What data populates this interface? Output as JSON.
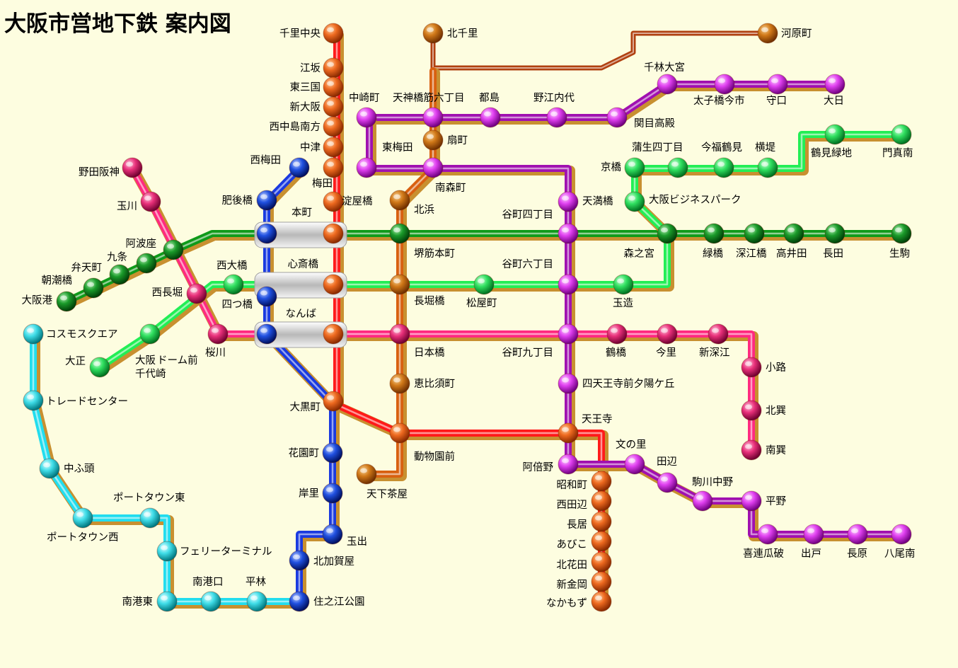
{
  "title": "大阪市営地下鉄 案内図",
  "colors": {
    "background": "#fdfde0",
    "midosuji": "#ff1a1a",
    "tanimachi": "#a010b0",
    "yotsubashi": "#1a3ae0",
    "chuo": "#0f9a1a",
    "sennichimae": "#ff2a80",
    "sakaisuji": "#d86010",
    "nagahori_tsurumi_ryokuchi": "#22ee55",
    "newtram": "#22ddee",
    "midosuji_station": "#e8641e",
    "sakaisuji_station": "#d87a1a",
    "tanimachi_station": "#e040f0",
    "sennichimae_station": "#e8307a",
    "nagahori_station": "#30e060",
    "newtram_station": "#40dde8"
  },
  "stations": {
    "senri_chuo": "千里中央",
    "esaka": "江坂",
    "higashi_mikuni": "東三国",
    "shin_osaka": "新大阪",
    "nishinakajima_minamigata": "西中島南方",
    "nakatsu": "中津",
    "umeda": "梅田",
    "yodoyabashi": "淀屋橋",
    "hommachi": "本町",
    "shinsaibashi": "心斎橋",
    "namba": "なんば",
    "daikokucho": "大黒町",
    "dobutsuen_mae": "動物園前",
    "tennoji": "天王寺",
    "showacho": "昭和町",
    "nishitanabe": "西田辺",
    "nagai": "長居",
    "abiko": "あびこ",
    "kitahanada": "北花田",
    "shinkanaoka": "新金岡",
    "nakamozu": "なかもず",
    "kitasenri": "北千里",
    "kawaramachi": "河原町",
    "senbayashi_omiya": "千林大宮",
    "taishibashi_imaichi": "太子橋今市",
    "moriguchi": "守口",
    "dainichi": "大日",
    "sekime_takadono": "関目高殿",
    "noe_uchindai": "野江内代",
    "miyakojima": "都島",
    "tenjimbashisuji_6": "天神橋筋六丁目",
    "nakazakicho": "中崎町",
    "higashi_umeda": "東梅田",
    "minami_morimachi": "南森町",
    "ogimachi": "扇町",
    "temmabashi": "天満橋",
    "tanimachi_4": "谷町四丁目",
    "tanimachi_6": "谷町六丁目",
    "tanimachi_9": "谷町九丁目",
    "shitennoji_mae": "四天王寺前夕陽ケ丘",
    "abeno": "阿倍野",
    "fuminosato": "文の里",
    "tanabe": "田辺",
    "komagawa_nakano": "駒川中野",
    "hirano": "平野",
    "kire_uriwari": "喜連瓜破",
    "debado": "出戸",
    "nagahara": "長原",
    "yao_minami": "八尾南",
    "kitahama": "北浜",
    "sakaisuji_hommachi": "堺筋本町",
    "nagahoribashi": "長堀橋",
    "nippombashi": "日本橋",
    "ebisucho": "恵比須町",
    "tengachaya": "天下茶屋",
    "nishi_umeda": "西梅田",
    "higobashi": "肥後橋",
    "yotsubashi": "四つ橋",
    "hanazonocho": "花園町",
    "kishinosato": "岸里",
    "tamade": "玉出",
    "kitakagaya": "北加賀屋",
    "suminoe_koen": "住之江公園",
    "osakako": "大阪港",
    "asashiobashi": "朝潮橋",
    "bentencho": "弁天町",
    "kujo": "九条",
    "awaza": "阿波座",
    "morinomiya": "森之宮",
    "midoribashi": "緑橋",
    "fukaebashi": "深江橋",
    "takaida": "高井田",
    "nagata": "長田",
    "ikoma": "生駒",
    "noda_hanshin": "野田阪神",
    "tamagawa": "玉川",
    "nishi_nagahori": "西長堀",
    "sakuragawa": "桜川",
    "tsuruhashi": "鶴橋",
    "imazato": "今里",
    "shin_fukae": "新深江",
    "shoji": "小路",
    "kita_tatsumi": "北巽",
    "minami_tatsumi": "南巽",
    "taisho": "大正",
    "dome_chiyozaki": "ドーム前\n千代崎",
    "osaka_dome_prefix": "大阪",
    "nishi_ohashi": "西大橋",
    "matsuyamachi": "松屋町",
    "tamatsukuri": "玉造",
    "kyobashi": "京橋",
    "osaka_business_park": "大阪ビジネスパーク",
    "gamo_4": "蒲生四丁目",
    "imafuku_tsurumi": "今福鶴見",
    "yokozutsumi": "横堤",
    "tsurumi_ryokuchi": "鶴見緑地",
    "kadoma_minami": "門真南",
    "cosmosquare": "コスモスクエア",
    "trade_center": "トレードセンター",
    "nakafuto": "中ふ頭",
    "porttown_higashi": "ポートタウン東",
    "porttown_nishi": "ポートタウン西",
    "ferry_terminal": "フェリーターミナル",
    "nankoguchi": "南港口",
    "hirabayashi": "平林",
    "nanko_higashi": "南港東"
  }
}
